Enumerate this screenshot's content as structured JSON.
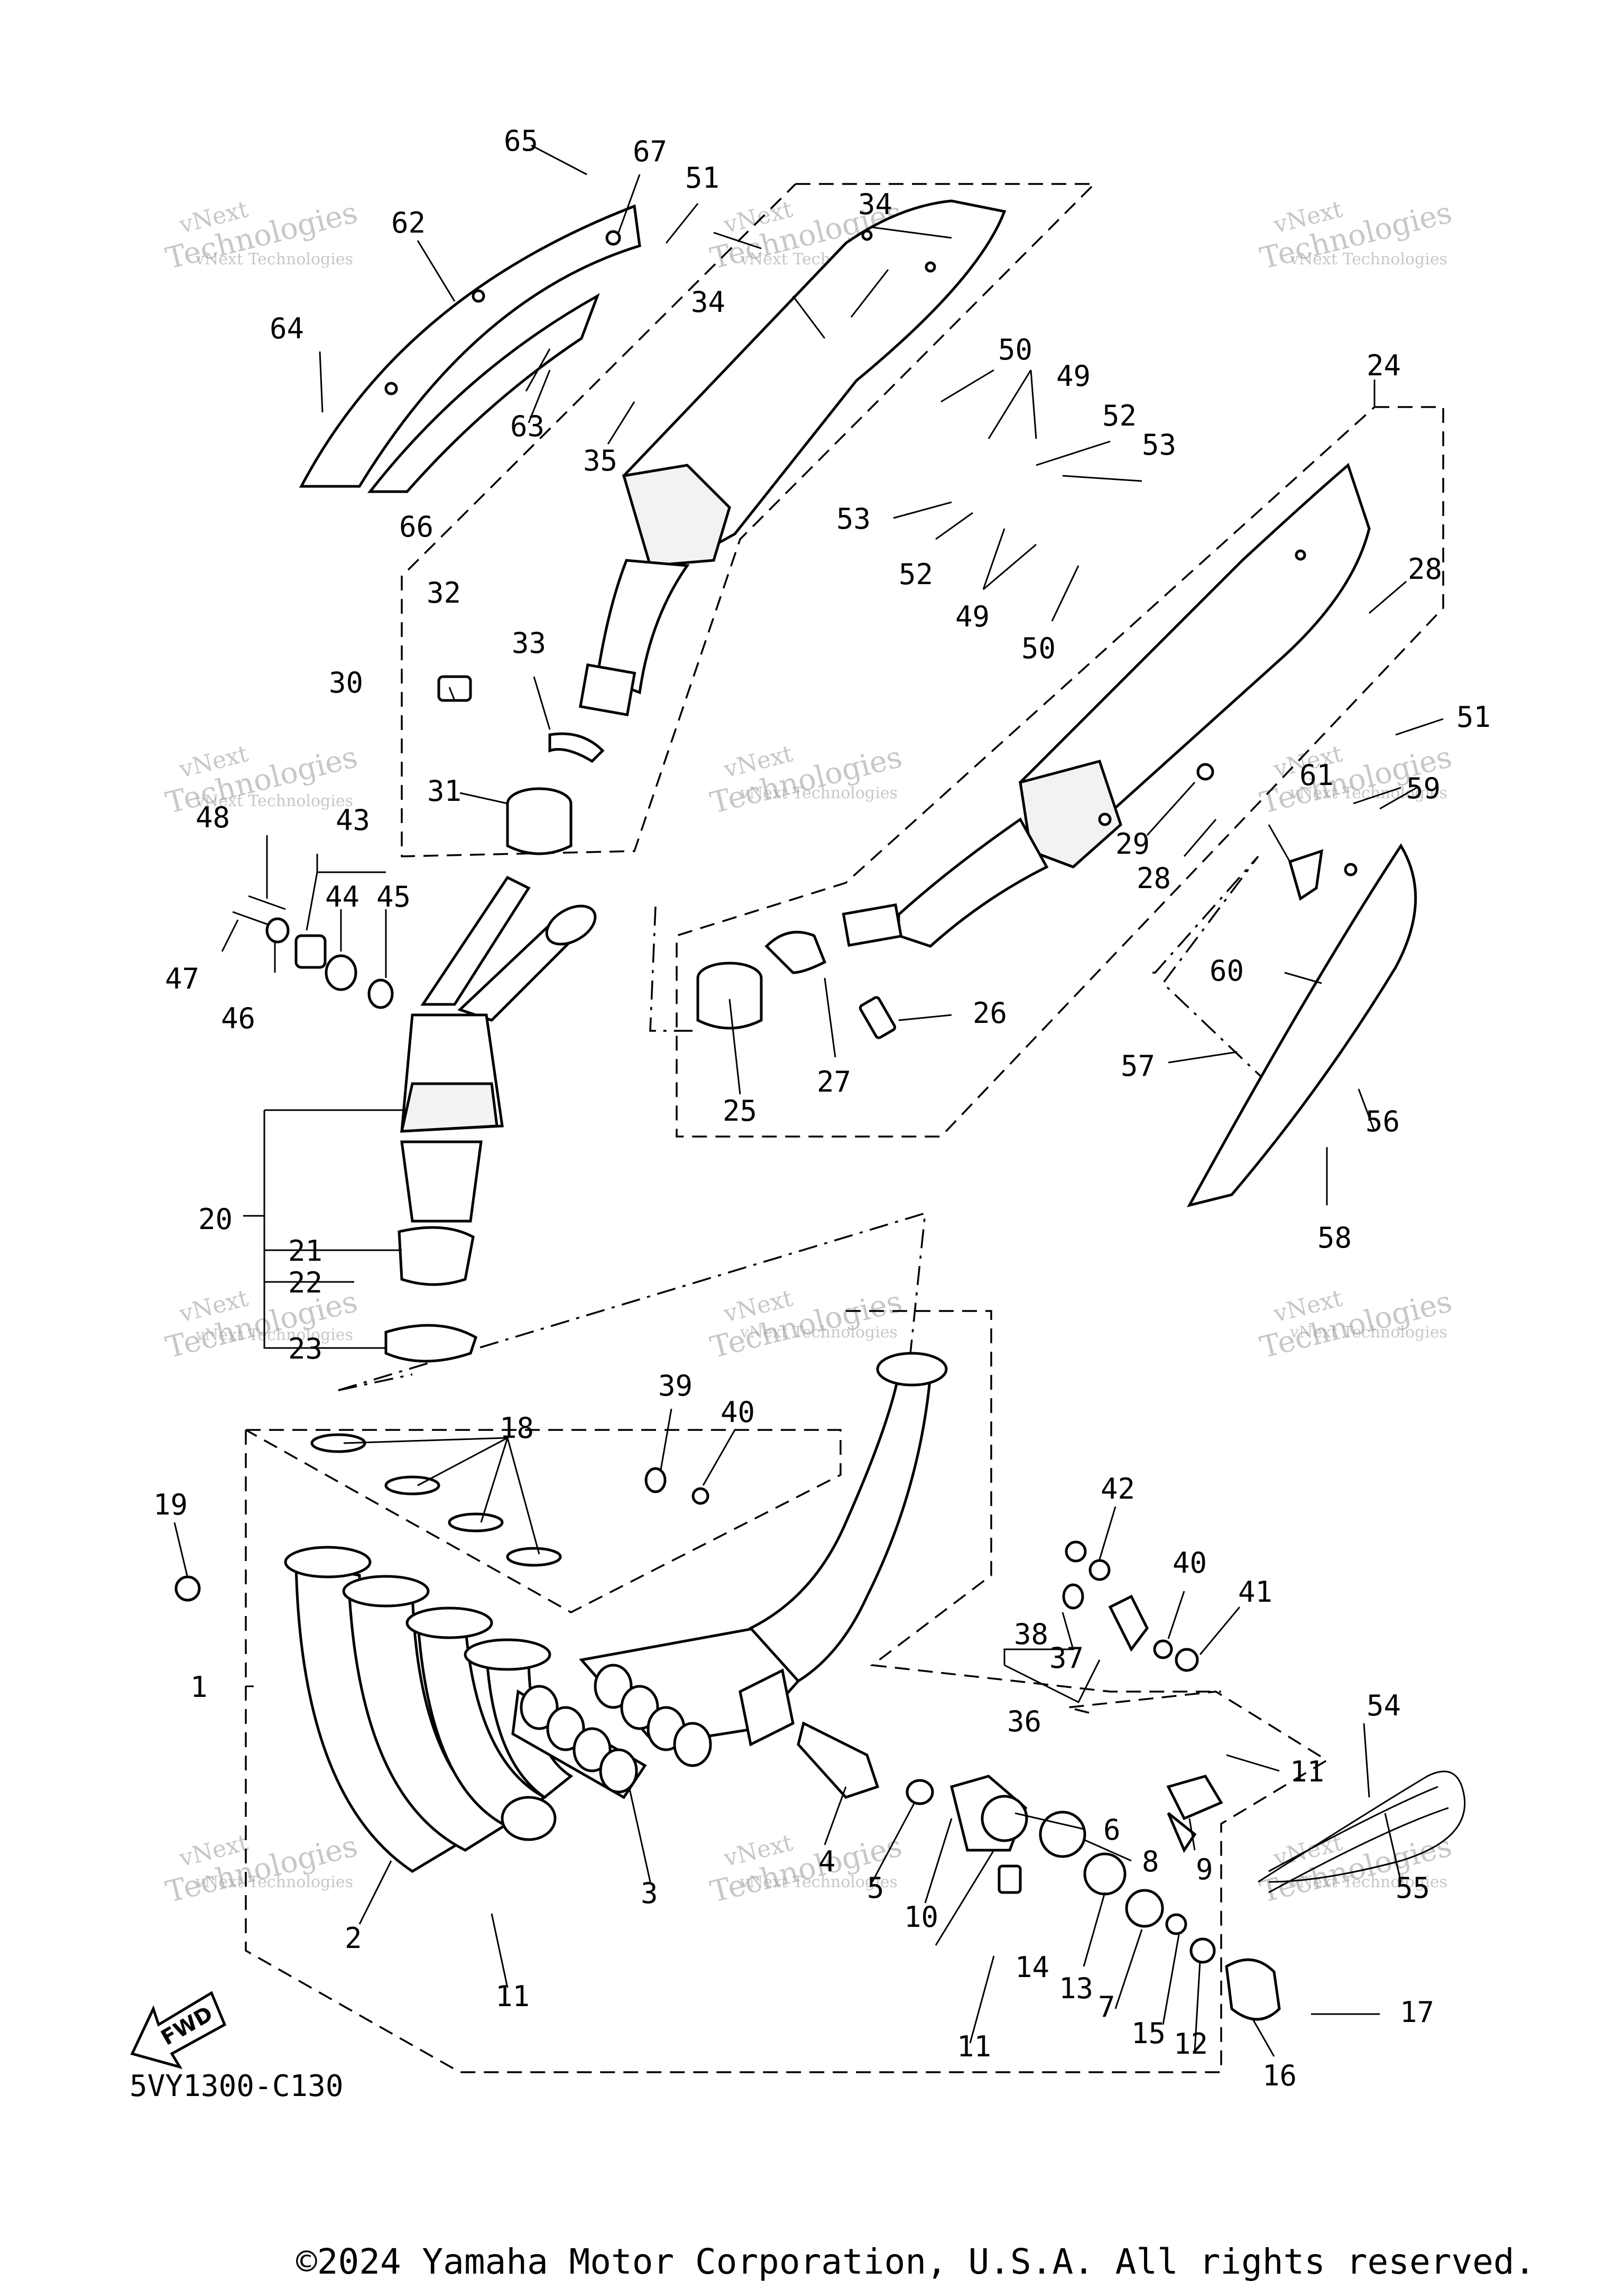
{
  "diagram": {
    "code": "5VY1300-C130",
    "fwd_label": "FWD",
    "watermark_line1": "vNext Technologies",
    "watermark_line2": "vNext",
    "watermark_line3": "Technologies",
    "copyright": "©2024 Yamaha Motor Corporation, U.S.A. All rights reserved."
  },
  "labels": {
    "n1": "1",
    "n2": "2",
    "n3": "3",
    "n4": "4",
    "n5": "5",
    "n6": "6",
    "n7": "7",
    "n8": "8",
    "n9": "9",
    "n10": "10",
    "n11": "11",
    "n12": "12",
    "n13": "13",
    "n14": "14",
    "n15": "15",
    "n16": "16",
    "n17": "17",
    "n18": "18",
    "n19": "19",
    "n20": "20",
    "n21": "21",
    "n22": "22",
    "n23": "23",
    "n24": "24",
    "n25": "25",
    "n26": "26",
    "n27": "27",
    "n28": "28",
    "n29": "29",
    "n30": "30",
    "n31": "31",
    "n32": "32",
    "n33": "33",
    "n34": "34",
    "n35": "35",
    "n36": "36",
    "n37": "37",
    "n38": "38",
    "n39": "39",
    "n40": "40",
    "n41": "41",
    "n42": "42",
    "n43": "43",
    "n44": "44",
    "n45": "45",
    "n46": "46",
    "n47": "47",
    "n48": "48",
    "n49": "49",
    "n50": "50",
    "n51": "51",
    "n52": "52",
    "n53": "53",
    "n54": "54",
    "n55": "55",
    "n56": "56",
    "n57": "57",
    "n58": "58",
    "n59": "59",
    "n60": "60",
    "n61": "61",
    "n62": "62",
    "n63": "63",
    "n64": "64",
    "n65": "65",
    "n66": "66",
    "n67": "67"
  }
}
